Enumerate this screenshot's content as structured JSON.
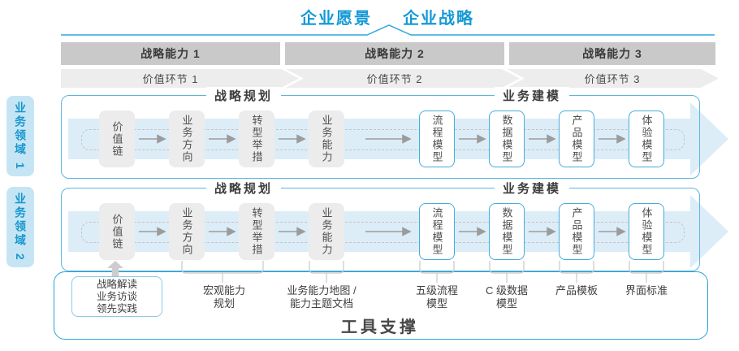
{
  "title": {
    "vision": "企业愿景",
    "strategy": "企业战略"
  },
  "strategic_capabilities": [
    "战略能力 1",
    "战略能力 2",
    "战略能力 3"
  ],
  "value_links": [
    "价值环节 1",
    "价值环节 2",
    "价值环节 3"
  ],
  "business_domains": [
    "业务领域 1",
    "业务领域 2"
  ],
  "section_headers": {
    "strategic_planning": "战略规划",
    "business_modeling": "业务建模"
  },
  "flow_boxes": [
    "价值链",
    "业务方向",
    "转型举措",
    "业务能力",
    "流程模型",
    "数据模型",
    "产品模型",
    "体验模型"
  ],
  "annotations": {
    "inputs_box": [
      "战略解读",
      "业务访谈",
      "领先实践"
    ],
    "items": [
      [
        "宏观能力",
        "规划"
      ],
      [
        "业务能力地图 /",
        "能力主题文档"
      ],
      [
        "五级流程",
        "模型"
      ],
      [
        "C 级数据",
        "模型"
      ],
      [
        "产品模板",
        ""
      ],
      [
        "界面标准",
        ""
      ]
    ]
  },
  "footer": {
    "label": "工具支撑"
  },
  "colors": {
    "accent_blue": "#1499d6",
    "container_border_blue": "#5db6e0",
    "tool_border_blue": "#2aa3d7",
    "domain_bg": "#c6e5f4",
    "big_arrow_fill": "#dcedf8",
    "bar_gray": "#c9c9c9",
    "band_gray": "#ededed",
    "box_gray": "#ececec",
    "flow_arrow_gray": "#9b9b9b"
  }
}
